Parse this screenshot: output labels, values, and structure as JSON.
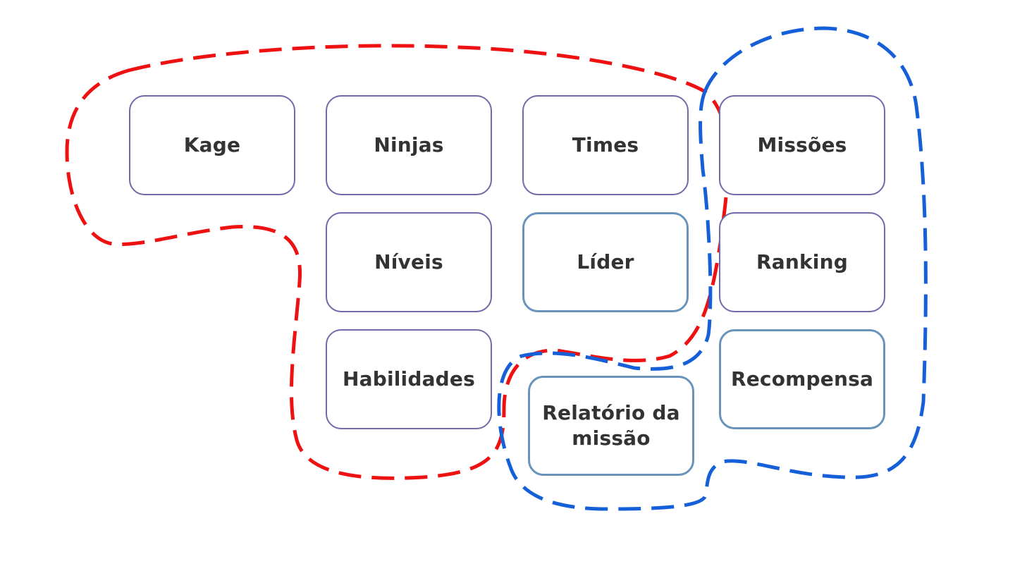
{
  "diagram": {
    "nodes": {
      "kage": "Kage",
      "ninjas": "Ninjas",
      "times": "Times",
      "missoes": "Missões",
      "niveis": "Níveis",
      "lider": "Líder",
      "ranking": "Ranking",
      "habilidades": "Habilidades",
      "relatorio": "Relatório da missão",
      "recompensa": "Recompensa"
    },
    "groups": {
      "red": {
        "color": "#ee1111"
      },
      "blue": {
        "color": "#1560d9"
      }
    },
    "node_border_colors": {
      "default": "#6f6aa8",
      "highlight": "#6a93bb"
    }
  }
}
